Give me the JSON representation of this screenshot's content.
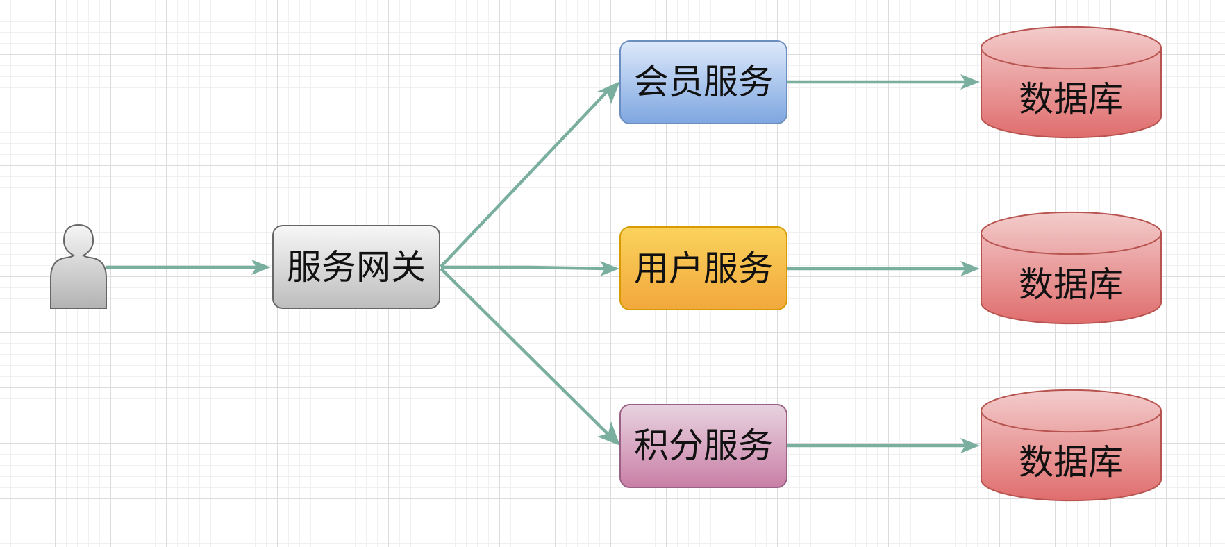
{
  "diagram": {
    "gateway": {
      "label": "服务网关"
    },
    "services": [
      {
        "label": "会员服务"
      },
      {
        "label": "用户服务"
      },
      {
        "label": "积分服务"
      }
    ],
    "databases": [
      {
        "label": "数据库"
      },
      {
        "label": "数据库"
      },
      {
        "label": "数据库"
      }
    ]
  },
  "colors": {
    "arrow": "#7aafa0",
    "gateway": [
      "#f5f5f5",
      "#b3b3b3"
    ],
    "member_service": [
      "#dae8fc",
      "#7ea6e0"
    ],
    "user_service": [
      "#fbd25a",
      "#f2a93b"
    ],
    "points_service": [
      "#e6d0de",
      "#c97fa6"
    ],
    "database": [
      "#f2c8c8",
      "#e07070"
    ]
  }
}
